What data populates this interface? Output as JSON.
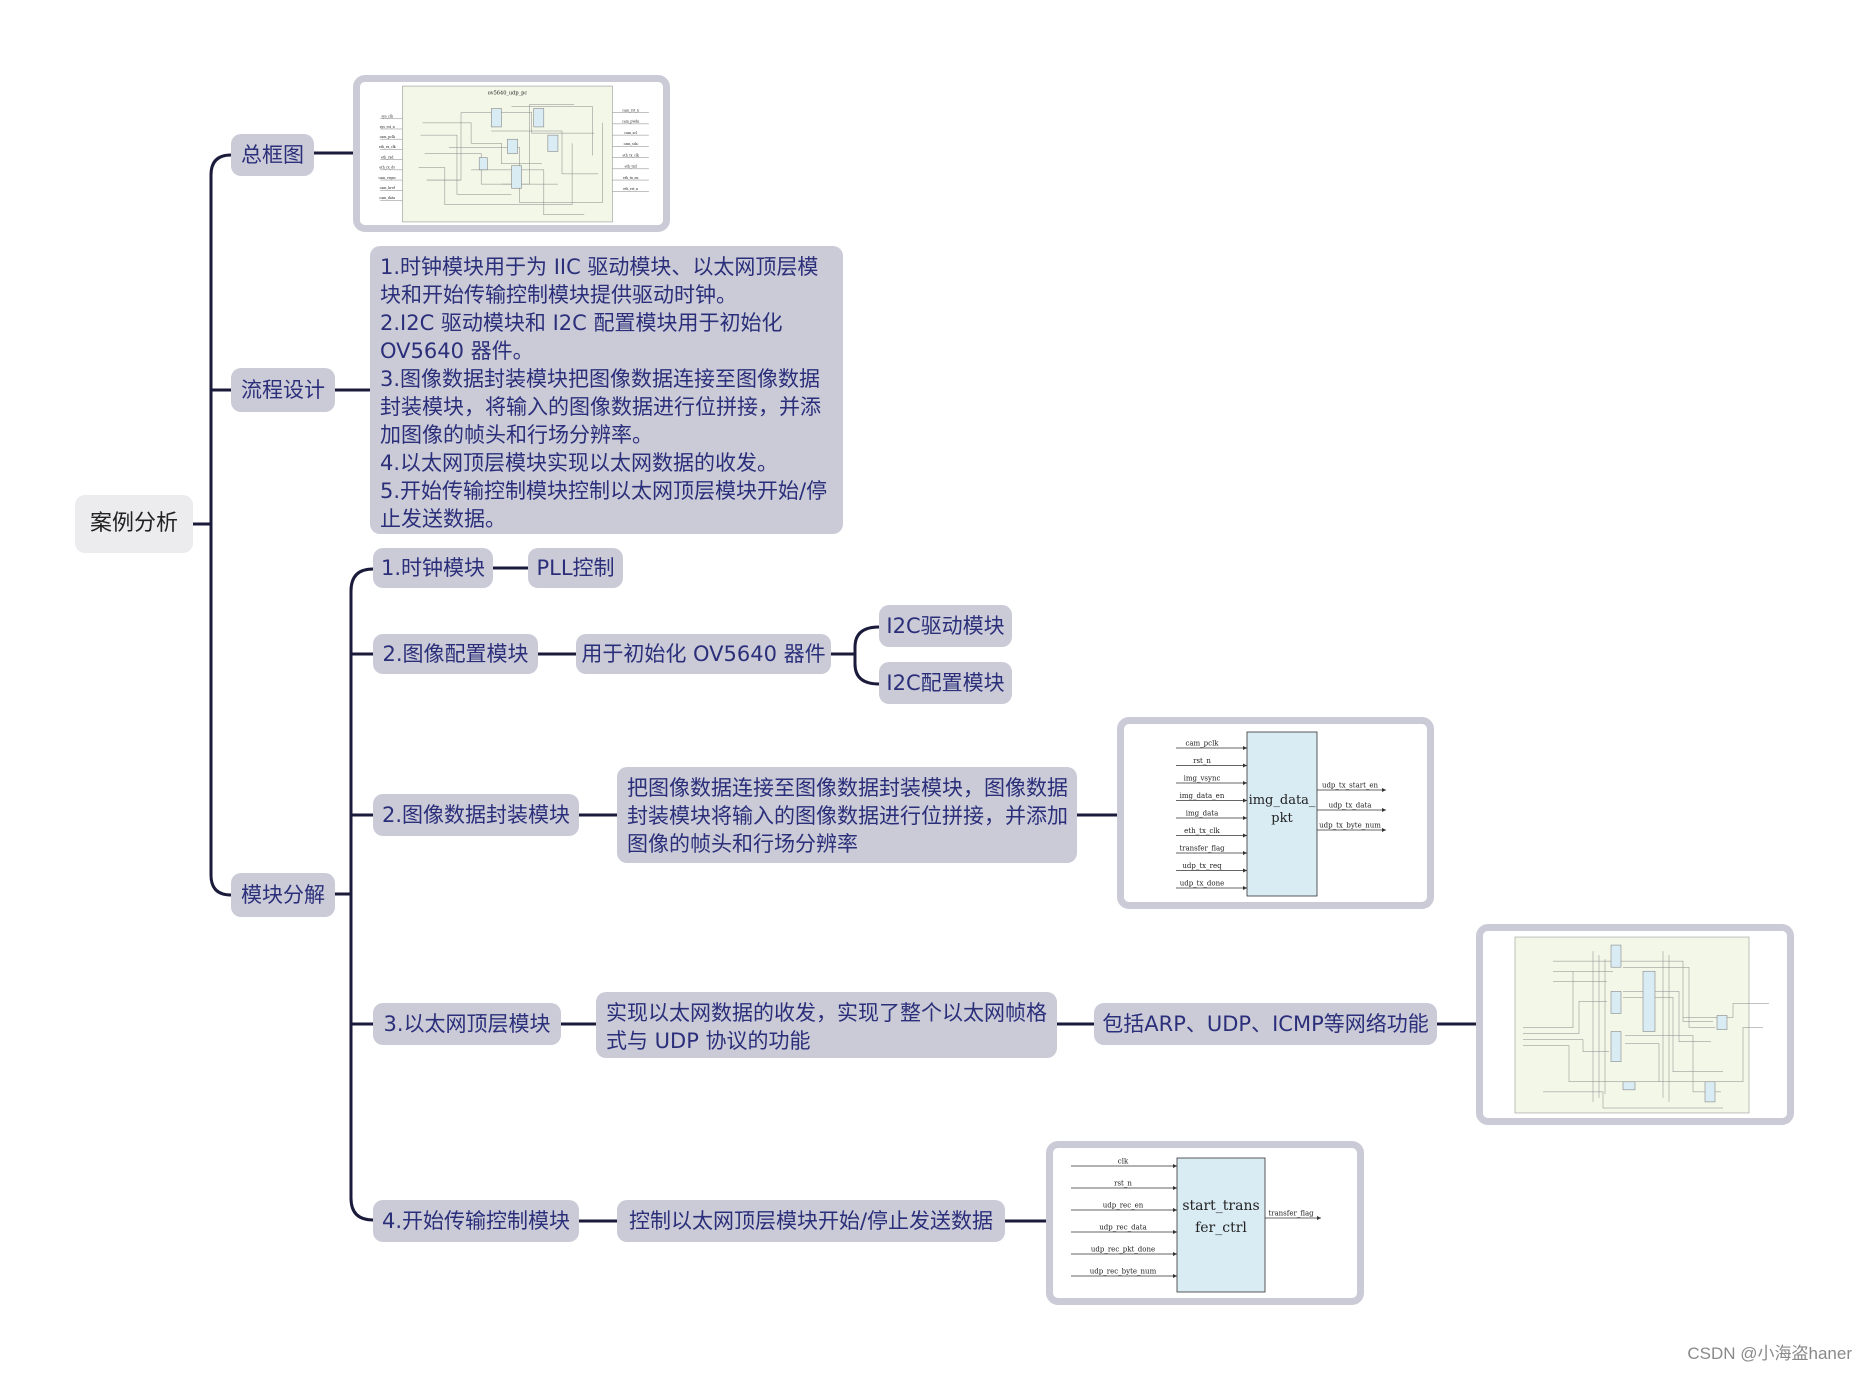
{
  "root": "案例分析",
  "branches": {
    "overview": {
      "label": "总框图"
    },
    "flow": {
      "label": "流程设计",
      "lines": [
        "1.时钟模块用于为 IIC 驱动模块、以太网顶层模",
        "块和开始传输控制模块提供驱动时钟。",
        " 2.I2C 驱动模块和 I2C 配置模块用于初始化",
        "OV5640 器件。",
        "3.图像数据封装模块把图像数据连接至图像数据",
        "封装模块，将输入的图像数据进行位拼接，并添",
        "加图像的帧头和行场分辨率。",
        "4.以太网顶层模块实现以太网数据的收发。",
        "5.开始传输控制模块控制以太网顶层模块开始/停",
        "止发送数据。"
      ]
    },
    "modules": {
      "label": "模块分解",
      "clock": {
        "label": "1.时钟模块",
        "child": "PLL控制"
      },
      "config": {
        "label": "2.图像配置模块",
        "desc": "用于初始化 OV5640 器件",
        "children": [
          "I2C驱动模块",
          "I2C配置模块"
        ]
      },
      "packer": {
        "label": "2.图像数据封装模块",
        "desc_lines": [
          "把图像数据连接至图像数据封装模块，图像数据",
          "封装模块将输入的图像数据进行位拼接，并添加",
          "图像的帧头和行场分辨率"
        ],
        "diagram": {
          "block_lines": [
            "img_data_",
            "pkt"
          ],
          "inputs": [
            "cam_pclk",
            "rst_n",
            "img_vsync",
            "img_data_en",
            "img_data",
            "eth_tx_clk",
            "transfer_flag",
            "udp_tx_req",
            "udp_tx_done"
          ],
          "outputs": [
            "udp_tx_start_en",
            "udp_tx_data",
            "udp_tx_byte_num"
          ]
        }
      },
      "ethernet": {
        "label": "3.以太网顶层模块",
        "desc_lines": [
          "实现以太网数据的收发，实现了整个以太网帧格",
          "式与 UDP 协议的功能"
        ],
        "child": "包括ARP、UDP、ICMP等网络功能"
      },
      "start": {
        "label": "4.开始传输控制模块",
        "desc": "控制以太网顶层模块开始/停止发送数据",
        "diagram": {
          "block_lines": [
            "start_trans",
            "fer_ctrl"
          ],
          "inputs": [
            "clk",
            "rst_n",
            "udp_rec_en",
            "udp_rec_data",
            "udp_rec_pkt_done",
            "udp_rec_byte_num"
          ],
          "outputs": [
            "transfer_flag"
          ]
        }
      }
    }
  },
  "overview_diagram": {
    "title": "ov5640_udp_pc",
    "inputs": [
      "sys_clk",
      "sys_rst_n",
      "cam_pclk",
      "eth_rx_clk",
      "eth_rxd",
      "eth_rx_dv",
      "cam_vsync",
      "cam_href",
      "cam_data"
    ],
    "outputs": [
      "cam_rst_n",
      "cam_pwdn",
      "cam_scl",
      "cam_sda",
      "eth_tx_clk",
      "eth_txd",
      "eth_tx_en",
      "eth_rst_n"
    ]
  },
  "watermark": "CSDN @小海盗haner",
  "colors": {
    "node_fill": "#cbcbd8",
    "root_fill": "#ececef",
    "node_text": "#2b2f7a",
    "connector": "#1a1a3a",
    "block_fill": "#d9ebf3",
    "schematic_bg": "#f3f7e8"
  }
}
